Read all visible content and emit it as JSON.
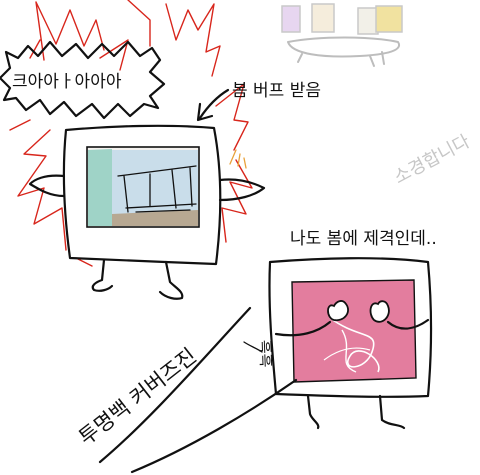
{
  "texts": {
    "shout": "크아아ㅏ아아아",
    "spring_buff": "봄 버프 받음",
    "me_too": "나도 봄에 제격인데..",
    "faint_right": "소경합니다",
    "sob": "흑흑",
    "bottom_left": "투명백 커버즈진"
  },
  "colors": {
    "flame": "#d8261c",
    "teal": "#9fd3c7",
    "pink": "#e37d9e",
    "ink": "#111111"
  }
}
